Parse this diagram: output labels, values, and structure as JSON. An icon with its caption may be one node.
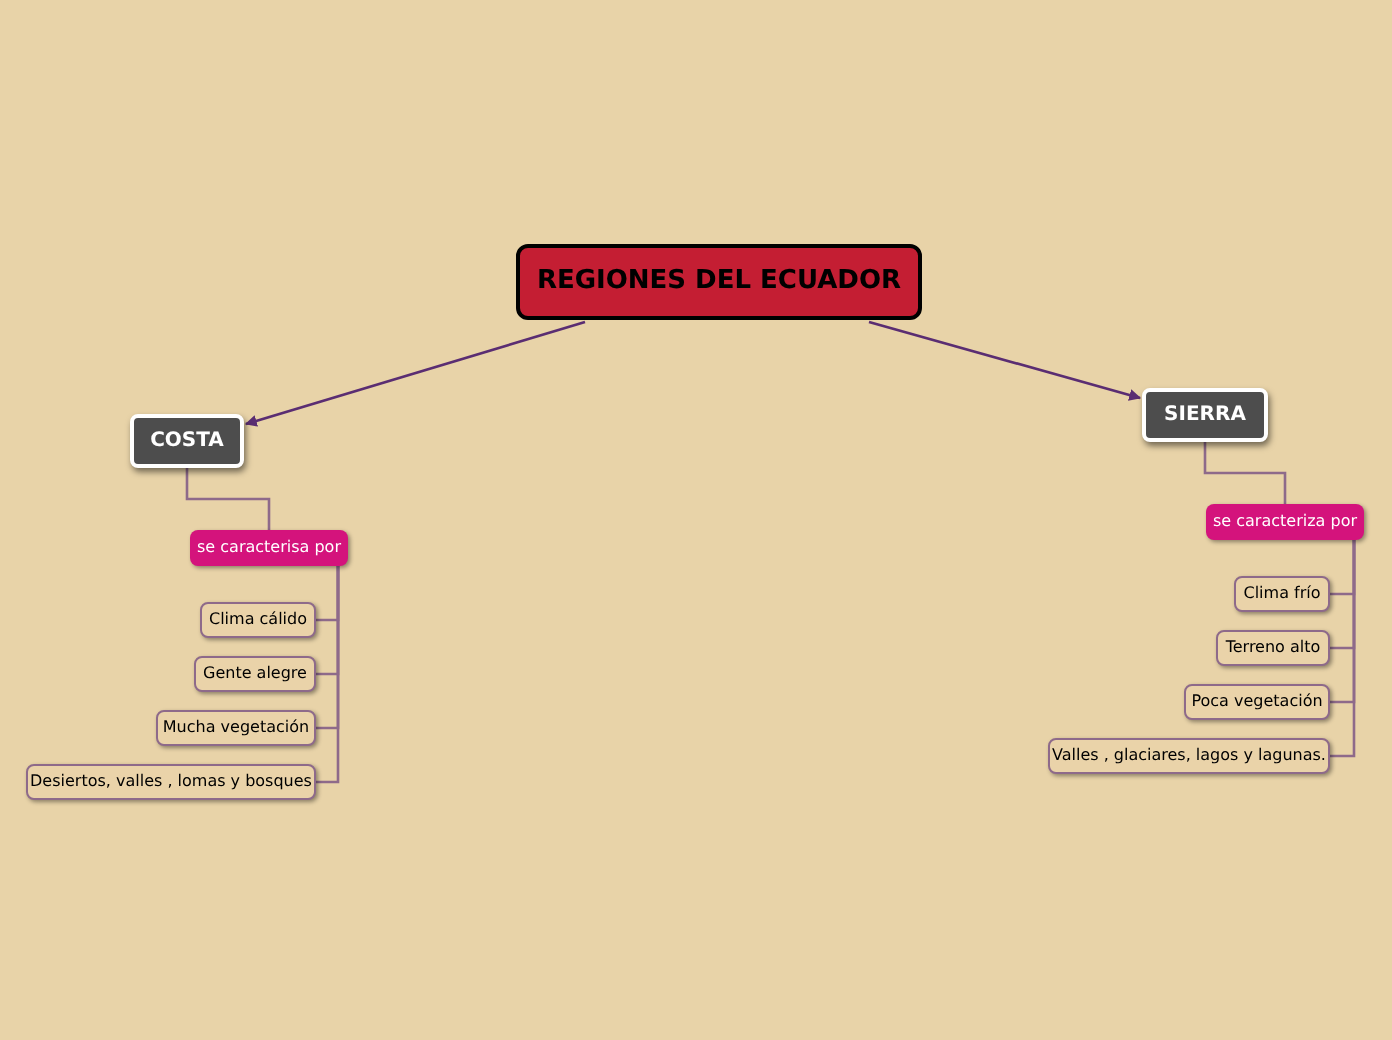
{
  "diagram": {
    "nodes": [
      {
        "text": [
          "REGIONES DEL ECUADOR"
        ]
      },
      {
        "text": [
          "COSTA"
        ]
      },
      {
        "text": [
          "SIERRA"
        ]
      },
      {
        "text": [
          "se caracterisa por"
        ]
      },
      {
        "text": [
          "Clima cálido"
        ]
      },
      {
        "text": [
          "Gente alegre"
        ]
      },
      {
        "text": [
          "Mucha vegetación"
        ]
      },
      {
        "text": [
          "Desiertos, valles , lomas y bosques"
        ]
      },
      {
        "text": [
          "se caracteriza por"
        ]
      },
      {
        "text": [
          "Clima frío"
        ]
      },
      {
        "text": [
          "Terreno alto"
        ]
      },
      {
        "text": [
          "Poca vegetación"
        ]
      },
      {
        "text": [
          "Valles , glaciares, lagos y lagunas."
        ]
      }
    ],
    "edges": [
      {
        "from": 0,
        "to": 1,
        "arrow": "to",
        "color": "#5a2d72"
      },
      {
        "from": 0,
        "to": 2,
        "arrow": "to",
        "color": "#5a2d72"
      },
      {
        "from": 1,
        "to": 3,
        "arrow": "none"
      },
      {
        "from": 3,
        "to": 4,
        "arrow": "none"
      },
      {
        "from": 3,
        "to": 5,
        "arrow": "none"
      },
      {
        "from": 3,
        "to": 6,
        "arrow": "none"
      },
      {
        "from": 3,
        "to": 7,
        "arrow": "none"
      },
      {
        "from": 2,
        "to": 8,
        "arrow": "none"
      },
      {
        "from": 8,
        "to": 9,
        "arrow": "none"
      },
      {
        "from": 8,
        "to": 10,
        "arrow": "none"
      },
      {
        "from": 8,
        "to": 11,
        "arrow": "none"
      },
      {
        "from": 8,
        "to": 12,
        "arrow": "none"
      }
    ]
  }
}
